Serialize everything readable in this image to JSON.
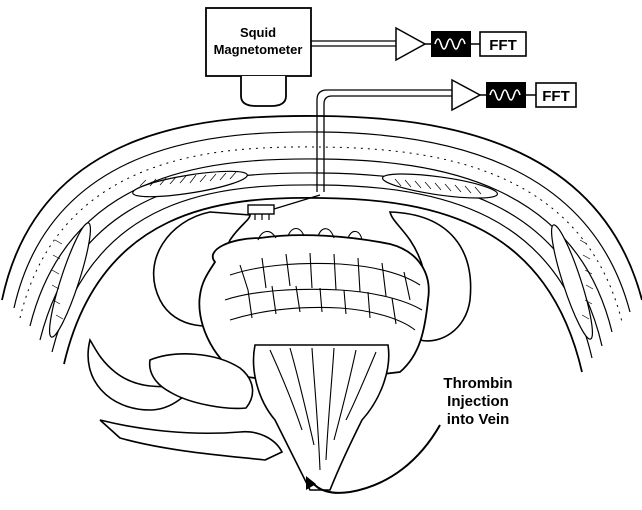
{
  "magnetometer": {
    "line1": "Squid",
    "line2": "Magnetometer"
  },
  "fft_upper": {
    "label": "FFT"
  },
  "fft_lower": {
    "label": "FFT"
  },
  "callout": {
    "line1": "Thrombin",
    "line2": "Injection",
    "line3": "into Vein"
  }
}
